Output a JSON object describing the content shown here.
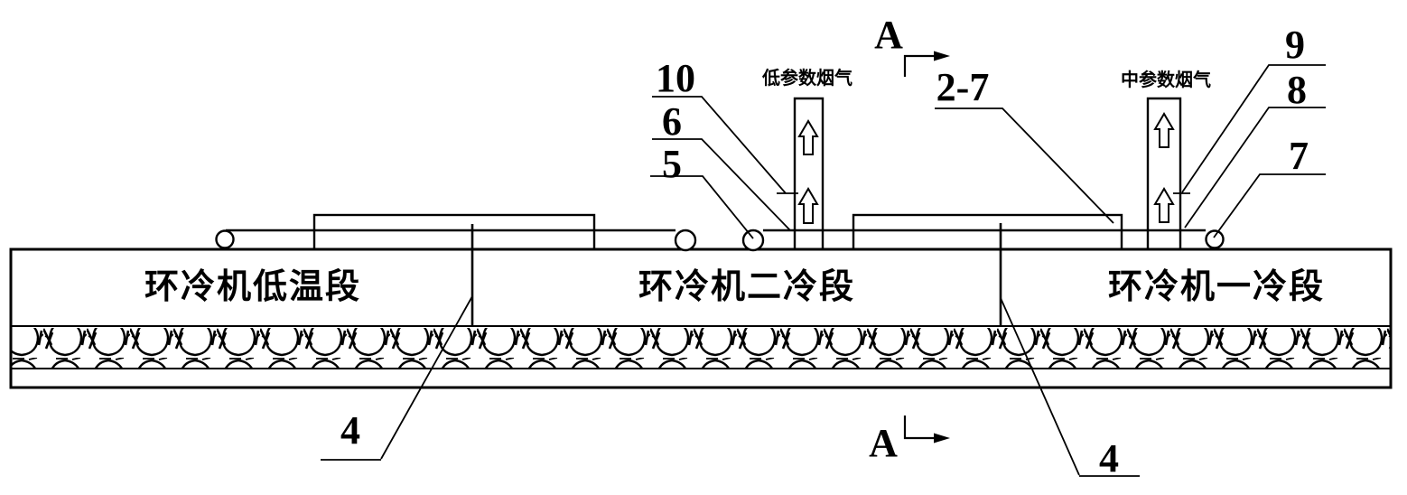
{
  "drawing": {
    "description": "Side elevation of a sinter annular cooler with flue gas hoods (patent-style line drawing)",
    "colors": {
      "line": "#000000",
      "background": "#ffffff"
    },
    "sections": {
      "low_temp": "环冷机低温段",
      "second_cooling": "环冷机二冷段",
      "first_cooling": "环冷机一冷段"
    },
    "flue_gas": {
      "low_param": "低参数烟气",
      "mid_param": "中参数烟气"
    },
    "callouts": {
      "n10": "10",
      "n6": "6",
      "n5": "5",
      "n2_7": "2-7",
      "n9": "9",
      "n8": "8",
      "n7": "7",
      "n4_left": "4",
      "n4_right": "4"
    },
    "markers": {
      "a_top": "A",
      "a_bottom": "A"
    }
  }
}
